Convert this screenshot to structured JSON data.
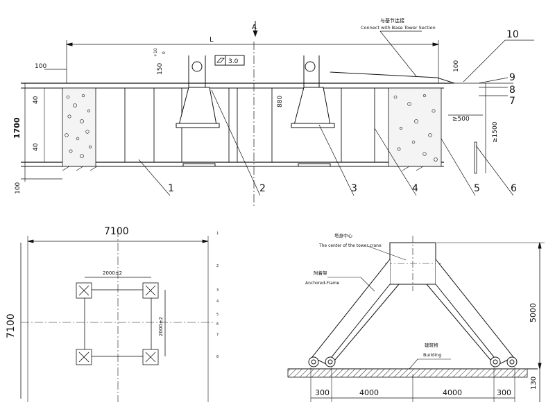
{
  "elevation": {
    "section_mark": "A",
    "length_label": "L",
    "connect_note_cn": "与基节连接",
    "connect_note_en": "Connect with Base Tower Section",
    "tolerance": "150",
    "tolerance_plus": "+10",
    "tolerance_minus": "0",
    "flatness_value": "3.0",
    "dims": {
      "left_100": "100",
      "top_40": "40",
      "bottom_40": "40",
      "height_1700": "1700",
      "base_100": "100",
      "depth_880": "880",
      "right_100": "100",
      "ge_500": "≥500",
      "ge_1500": "≥1500"
    },
    "callouts": [
      "1",
      "2",
      "3",
      "4",
      "5",
      "6",
      "7",
      "8",
      "9",
      "10"
    ]
  },
  "plan": {
    "width_label": "7100",
    "height_label": "7100",
    "inner_width": "2000±2",
    "inner_height": "2000±2",
    "side_marks": [
      "1",
      "2",
      "3",
      "4",
      "5",
      "6",
      "7",
      "8"
    ]
  },
  "anchor": {
    "center_cn": "塔身中心",
    "center_en": "The center of the tower crane",
    "frame_cn": "附着架",
    "frame_en": "Anchored-Frame",
    "building_cn": "建筑物",
    "building_en": "Building",
    "height_5000": "5000",
    "base_130": "130",
    "bottom_dims": [
      "300",
      "4000",
      "4000",
      "300"
    ]
  }
}
